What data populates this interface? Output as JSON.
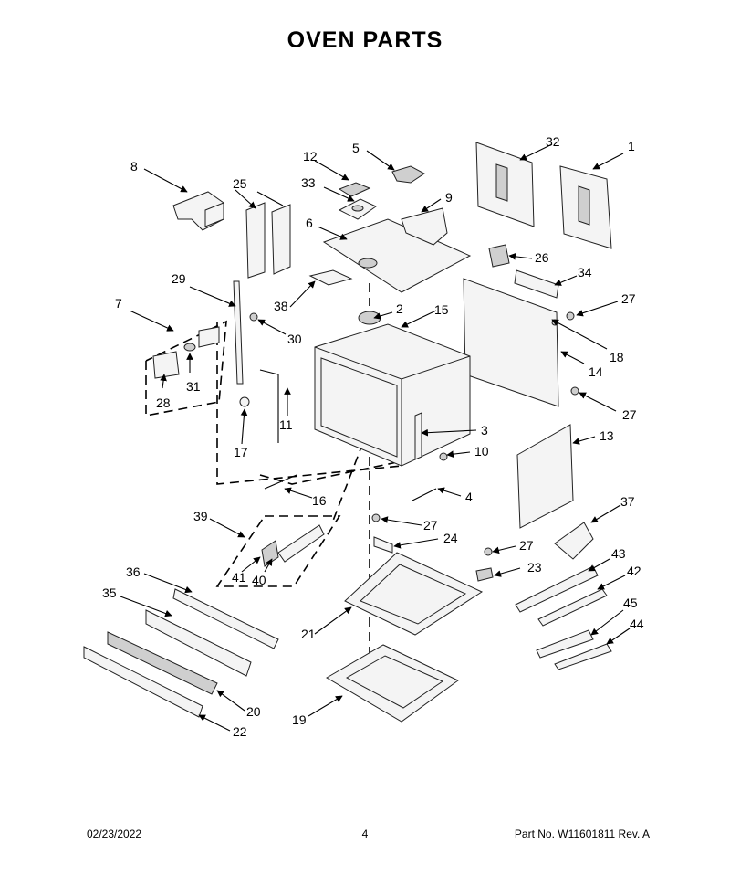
{
  "title": "OVEN PARTS",
  "footer": {
    "date": "02/23/2022",
    "page": "4",
    "part_no": "Part No.  W11601811   Rev.  A"
  },
  "callouts": [
    "1",
    "2",
    "3",
    "4",
    "5",
    "6",
    "7",
    "8",
    "9",
    "10",
    "11",
    "12",
    "13",
    "14",
    "15",
    "16",
    "17",
    "18",
    "19",
    "20",
    "21",
    "22",
    "23",
    "24",
    "25",
    "26",
    "27",
    "28",
    "29",
    "30",
    "31",
    "32",
    "33",
    "34",
    "35",
    "36",
    "37",
    "38",
    "39",
    "40",
    "41",
    "42",
    "43",
    "44",
    "45"
  ]
}
